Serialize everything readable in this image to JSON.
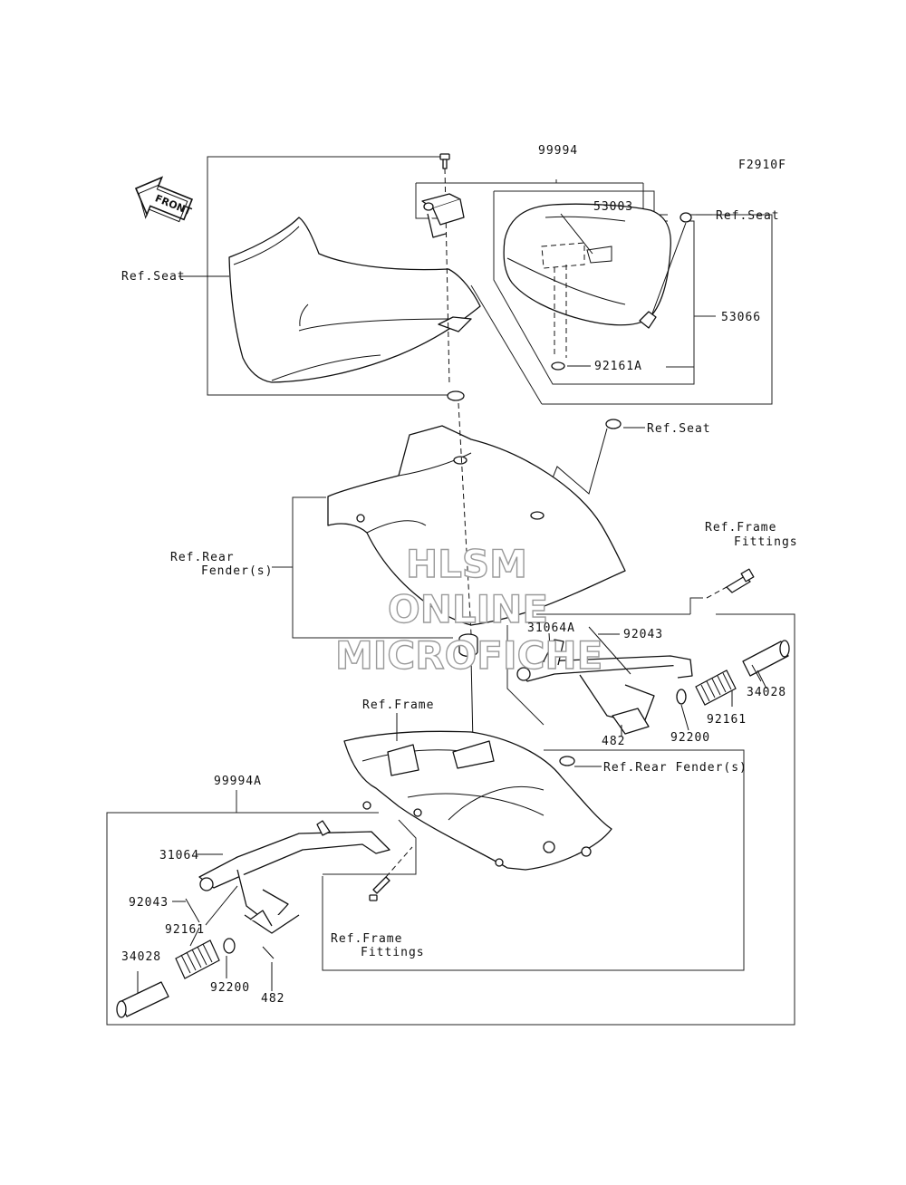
{
  "figure_code": "F2910F",
  "front_badge": "FRONT",
  "watermark": [
    "HLSM",
    "ONLINE",
    "MICROFICHE"
  ],
  "labels": {
    "assy_99994": "99994",
    "p53003": "53003",
    "ref_seat_top": "Ref.Seat",
    "p53066": "53066",
    "p92161A": "92161A",
    "ref_seat_left": "Ref.Seat",
    "ref_seat_mid": "Ref.Seat",
    "ref_frame_fittings_right_1": "Ref.Frame",
    "ref_frame_fittings_right_2": "Fittings",
    "ref_rear_fender_left_1": "Ref.Rear",
    "ref_rear_fender_left_2": "Fender(s)",
    "p31064A": "31064A",
    "p92043_right": "92043",
    "p34028_right": "34028",
    "p92161_right": "92161",
    "p92200_right": "92200",
    "p482_right": "482",
    "ref_frame": "Ref.Frame",
    "ref_rear_fender_right": "Ref.Rear Fender(s)",
    "assy_99994A": "99994A",
    "p31064": "31064",
    "p92043_left": "92043",
    "p92161_left": "92161",
    "p34028_left": "34028",
    "p92200_left": "92200",
    "p482_left": "482",
    "ref_frame_fittings_bottom_1": "Ref.Frame",
    "ref_frame_fittings_bottom_2": "Fittings"
  }
}
